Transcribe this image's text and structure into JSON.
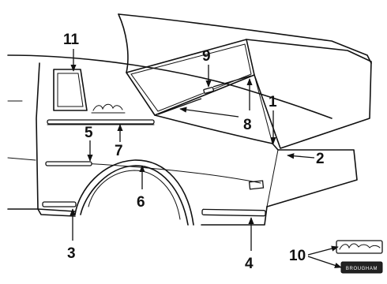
{
  "callouts": {
    "c1": "1",
    "c2": "2",
    "c3": "3",
    "c4": "4",
    "c5": "5",
    "c6": "6",
    "c7": "7",
    "c8": "8",
    "c9": "9",
    "c10": "10",
    "c11": "11"
  },
  "emblems": {
    "brougham_text": "BROUGHAM"
  },
  "colors": {
    "ink": "#111111",
    "paper": "#ffffff"
  }
}
